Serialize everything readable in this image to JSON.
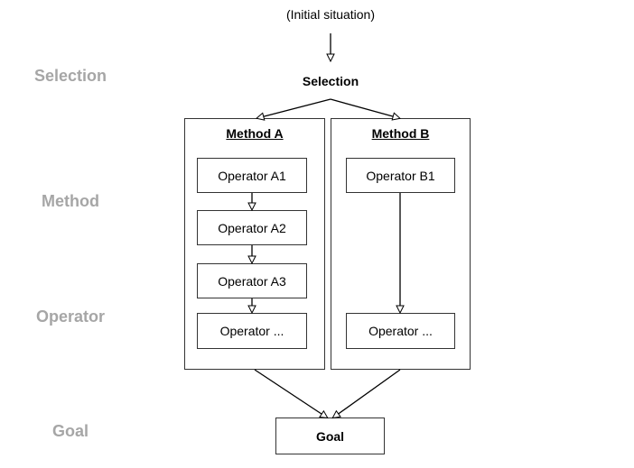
{
  "left_labels": {
    "selection": "Selection",
    "method": "Method",
    "operator": "Operator",
    "goal": "Goal"
  },
  "top": {
    "initial": "(Initial situation)",
    "selection": "Selection"
  },
  "method_a": {
    "title": "Method A",
    "operators": [
      "Operator A1",
      "Operator A2",
      "Operator A3",
      "Operator ..."
    ]
  },
  "method_b": {
    "title": "Method B",
    "operators": [
      "Operator B1",
      "Operator ..."
    ]
  },
  "goal": "Goal"
}
